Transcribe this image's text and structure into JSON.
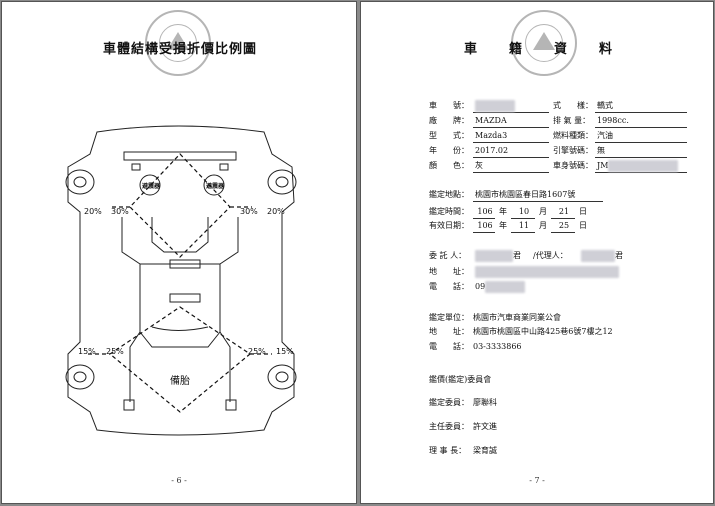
{
  "left": {
    "title": "車體結構受損折價比例圖",
    "page_number": "- 6 -",
    "percents": {
      "front_left_outer": "20%",
      "front_left_inner": "30%",
      "front_right_inner": "30%",
      "front_right_outer": "20%",
      "rear_left_outer": "15%",
      "rear_left_inner": "25%",
      "rear_right_inner": "25%",
      "rear_right_outer": "15%"
    },
    "spare_tire": "備胎",
    "shock_tower_left": "避震器",
    "shock_tower_right": "避震器"
  },
  "right": {
    "title_chars": [
      "車",
      "籍",
      "資",
      "料"
    ],
    "page_number": "- 7 -",
    "fields": {
      "plate_label": "車　　號：",
      "plate_value": "",
      "style_label": "式　　樣：",
      "style_value": "轎式",
      "brand_label": "廠　　牌：",
      "brand_value": "MAZDA",
      "displacement_label": "排 氣 量：",
      "displacement_value": "1998cc.",
      "model_label": "型　　式：",
      "model_value": "Mazda3",
      "fuel_label": "燃料種類：",
      "fuel_value": "汽油",
      "year_label": "年　　份：",
      "year_value": "2017.02",
      "engine_label": "引擎號碼：",
      "engine_value": "無",
      "color_label": "顏　　色：",
      "color_value": "灰",
      "vin_label": "車身號碼：",
      "vin_value": "JM"
    },
    "appraisal": {
      "location_label": "鑑定地點：",
      "location_value": "桃園市桃園區春日路1607號",
      "time_label": "鑑定時間：",
      "time_year": "106",
      "time_month": "10",
      "time_day": "21",
      "valid_label": "有效日期：",
      "valid_year": "106",
      "valid_month": "11",
      "valid_day": "25",
      "year_unit": "年",
      "month_unit": "月",
      "day_unit": "日"
    },
    "client": {
      "client_label": "委 託 人：",
      "client_suffix": "君",
      "agent_label": "/代理人：",
      "agent_suffix": "君",
      "address_label": "地　　址：",
      "phone_label": "電　　話：",
      "phone_value": "09"
    },
    "org": {
      "unit_label": "鑑定單位：",
      "unit_value": "桃園市汽車商業同業公會",
      "address_label": "地　　址：",
      "address_value": "桃園市桃園區中山路425巷6號7樓之12",
      "phone_label": "電　　話：",
      "phone_value": "03-3333866"
    },
    "committee": {
      "heading": "鑑價(鑑定)委員會",
      "member_label": "鑑定委員：",
      "member_value": "廖聯科",
      "chief_label": "主任委員：",
      "chief_value": "許文進",
      "director_label": "理 事 長：",
      "director_value": "梁育誠"
    }
  }
}
